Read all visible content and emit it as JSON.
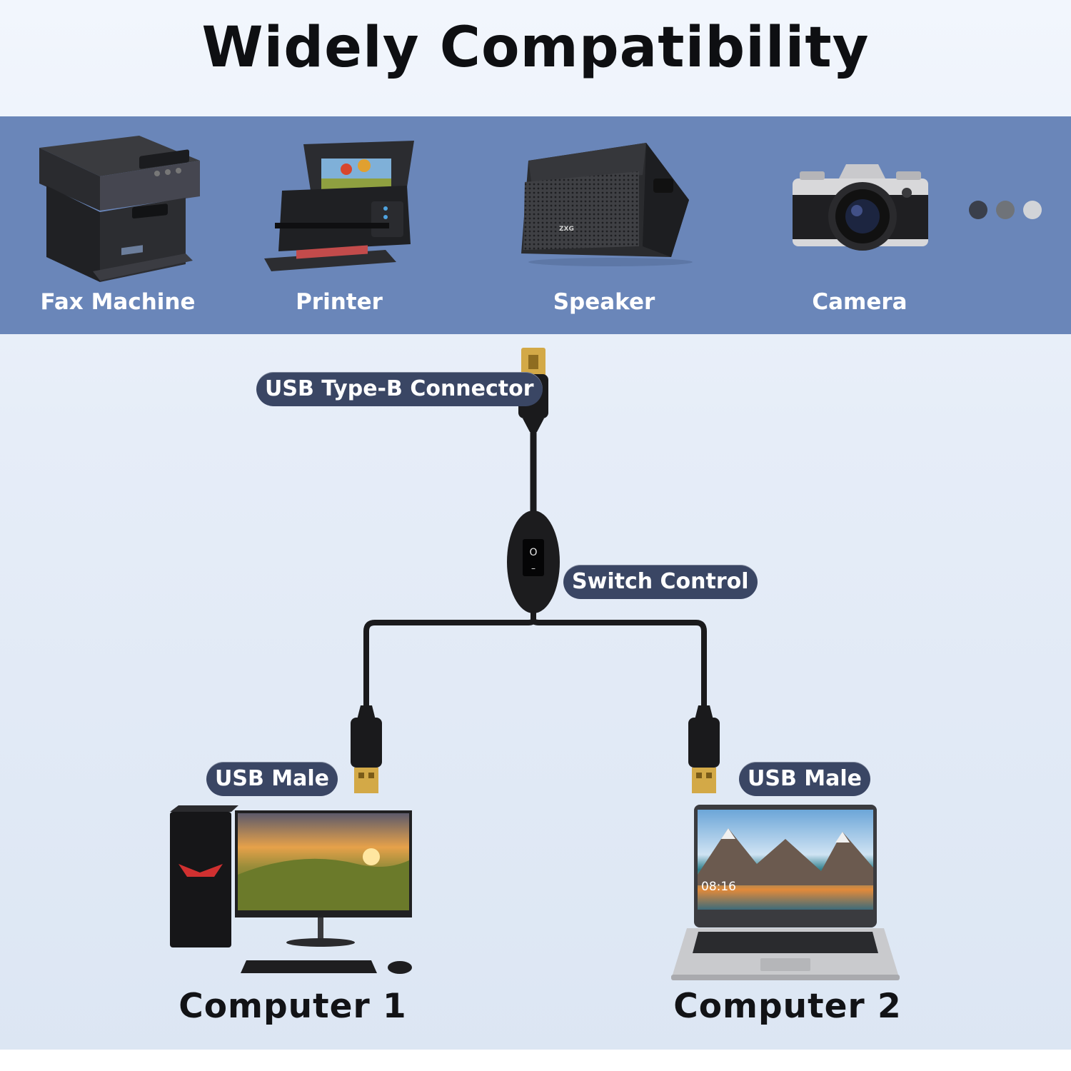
{
  "title": "Widely Compatibility",
  "devices": [
    {
      "label": "Fax Machine",
      "icon": "fax-machine-icon"
    },
    {
      "label": "Printer",
      "icon": "printer-icon"
    },
    {
      "label": "Speaker",
      "icon": "speaker-icon"
    },
    {
      "label": "Camera",
      "icon": "camera-icon"
    }
  ],
  "more_indicator": "more-dots-icon",
  "speaker_brand": "ZXG",
  "callouts": {
    "type_b": "USB Type-B Connector",
    "switch": "Switch Control",
    "male_left": "USB Male",
    "male_right": "USB Male"
  },
  "switch_symbols": {
    "on": "O",
    "off": "–"
  },
  "computers": {
    "left": "Computer 1",
    "right": "Computer 2"
  },
  "laptop_screen_time": "08:16",
  "colors": {
    "band": "#6a86b9",
    "pill": "#3a4664",
    "connector_gold": "#d3a947",
    "cable": "#1a1a1c"
  }
}
